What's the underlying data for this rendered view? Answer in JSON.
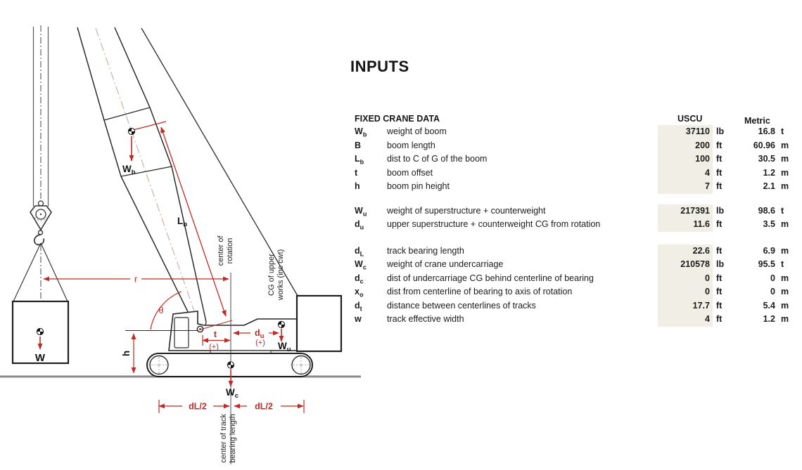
{
  "title": "INPUTS",
  "table": {
    "section_header": "FIXED CRANE DATA",
    "col_uscu": "USCU",
    "col_metric": "Metric",
    "groups": [
      {
        "rows": [
          {
            "sym": "W",
            "sub": "b",
            "desc": "weight of boom",
            "uscu": "37110",
            "uunit": "lb",
            "metric": "16.8",
            "munit": "t"
          },
          {
            "sym": "B",
            "sub": "",
            "desc": "boom length",
            "uscu": "200",
            "uunit": "ft",
            "metric": "60.96",
            "munit": "m"
          },
          {
            "sym": "L",
            "sub": "b",
            "desc": "dist to C of G of the boom",
            "uscu": "100",
            "uunit": "ft",
            "metric": "30.5",
            "munit": "m"
          },
          {
            "sym": "t",
            "sub": "",
            "desc": "boom offset",
            "uscu": "4",
            "uunit": "ft",
            "metric": "1.2",
            "munit": "m"
          },
          {
            "sym": "h",
            "sub": "",
            "desc": "boom pin height",
            "uscu": "7",
            "uunit": "ft",
            "metric": "2.1",
            "munit": "m"
          }
        ]
      },
      {
        "rows": [
          {
            "sym": "W",
            "sub": "u",
            "desc": "weight of superstructure + counterweight",
            "uscu": "217391",
            "uunit": "lb",
            "metric": "98.6",
            "munit": "t"
          },
          {
            "sym": "d",
            "sub": "u",
            "desc": "upper  superstructure + counterweight CG from rotation",
            "uscu": "11.6",
            "uunit": "ft",
            "metric": "3.5",
            "munit": "m"
          }
        ]
      },
      {
        "rows": [
          {
            "sym": "d",
            "sub": "L",
            "desc": "track bearing length",
            "uscu": "22.6",
            "uunit": "ft",
            "metric": "6.9",
            "munit": "m"
          },
          {
            "sym": "W",
            "sub": "c",
            "desc": "weight of crane undercarriage",
            "uscu": "210578",
            "uunit": "lb",
            "metric": "95.5",
            "munit": "t"
          },
          {
            "sym": "d",
            "sub": "c",
            "desc": "dist of undercarriage CG behind centerline of bearing",
            "uscu": "0",
            "uunit": "ft",
            "metric": "0",
            "munit": "m"
          },
          {
            "sym": "x",
            "sub": "o",
            "desc": "dist from centerline of bearing to axis of rotation",
            "uscu": "0",
            "uunit": "ft",
            "metric": "0",
            "munit": "m"
          },
          {
            "sym": "d",
            "sub": "t",
            "desc": "distance between centerlines of tracks",
            "uscu": "17.7",
            "uunit": "ft",
            "metric": "5.4",
            "munit": "m"
          },
          {
            "sym": "w",
            "sub": "",
            "desc": "track effective width",
            "uscu": "4",
            "uunit": "ft",
            "metric": "1.2",
            "munit": "m"
          }
        ]
      }
    ]
  },
  "diagram": {
    "labels": {
      "load_weight": "W",
      "radius": "r",
      "theta": "θ",
      "boom_weight_main": "W",
      "boom_weight_sub": "b",
      "boom_cg_dist_main": "L",
      "boom_cg_dist_sub": "b",
      "center_of_rotation_line1": "center of",
      "center_of_rotation_line2": "rotation",
      "upper_cg_line1": "CG of upper",
      "upper_cg_line2": "works (inc cwt)",
      "upper_cg_dist_main": "d",
      "upper_cg_dist_sub": "u",
      "plus_upper": "(+)",
      "boom_offset": "t",
      "plus_offset": "(+)",
      "upper_weight_main": "W",
      "upper_weight_sub": "u",
      "boom_pin_height": "h",
      "carrier_weight_main": "W",
      "carrier_weight_sub": "c",
      "half_track_left": "dL/2",
      "half_track_right": "dL/2",
      "center_of_track_line1": "center of track",
      "center_of_track_line2": "bearing length"
    },
    "colors": {
      "accent_red": "#bf2b25",
      "line": "#2b2b2b",
      "input_cell_shade": "#f1eee6",
      "ground_gray": "#8a8a8a",
      "boom_centerline_tan": "#c9b3a4"
    }
  }
}
